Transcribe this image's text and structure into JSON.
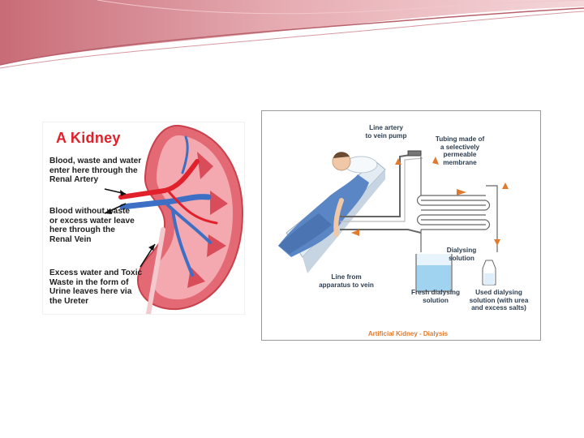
{
  "kidney": {
    "title": "A Kidney",
    "labels": [
      "Blood, waste and water\nenter here through the\nRenal Artery",
      "Blood without waste\nor excess water leave\nhere through the\nRenal Vein",
      "Excess water and Toxic\nWaste in the form of\nUrine leaves here via\nthe Ureter"
    ]
  },
  "dialysis": {
    "labels": [
      "Line artery\nto vein pump",
      "Tubing made of\na selectively\npermeable\nmembrane",
      "Dialysing\nsolution",
      "Line from\napparatus to vein",
      "Fresh dialysing\nsolution",
      "Used dialysing\nsolution (with urea\nand excess salts)"
    ],
    "caption": "Artificial Kidney - Dialysis"
  },
  "colors": {
    "banner": "#d98b93",
    "kidney_red": "#e0212b",
    "kidney_tissue": "#f2a0a8",
    "vein_blue": "#3d6fc4",
    "label_navy": "#2d3e50",
    "caption_orange": "#e07a2e"
  }
}
